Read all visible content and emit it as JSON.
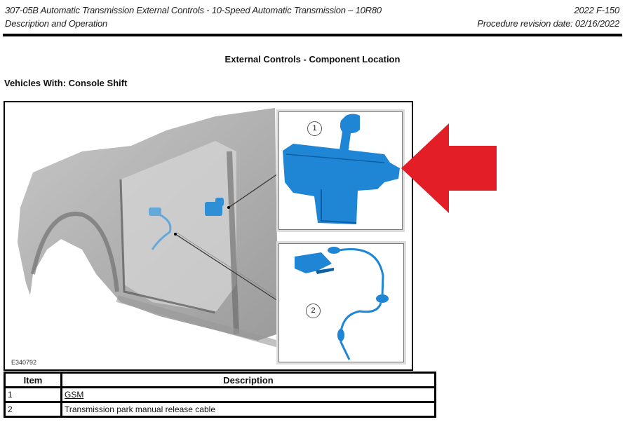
{
  "header": {
    "doc_title": "307-05B Automatic Transmission External Controls - 10-Speed Automatic Transmission – 10R80",
    "section": "Description and Operation",
    "vehicle": "2022 F-150",
    "revision": "Procedure revision date: 02/16/2022"
  },
  "page_title": "External Controls - Component Location",
  "subtitle": "Vehicles With: Console Shift",
  "figure": {
    "code": "E340792",
    "callouts": [
      "1",
      "2"
    ],
    "highlight_color": "#1e88d8",
    "arrow_color": "#e41e26"
  },
  "table": {
    "headers": [
      "Item",
      "Description"
    ],
    "rows": [
      {
        "item": "1",
        "description": "GSM",
        "is_link": true
      },
      {
        "item": "2",
        "description": "Transmission park manual release cable",
        "is_link": false
      }
    ]
  }
}
